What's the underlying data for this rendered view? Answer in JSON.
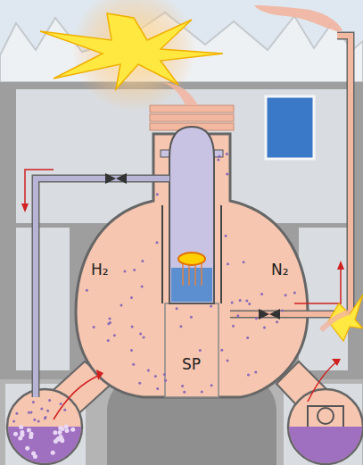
{
  "diagram": {
    "labels": [
      "H₂",
      "SP",
      "N₂"
    ]
  }
}
